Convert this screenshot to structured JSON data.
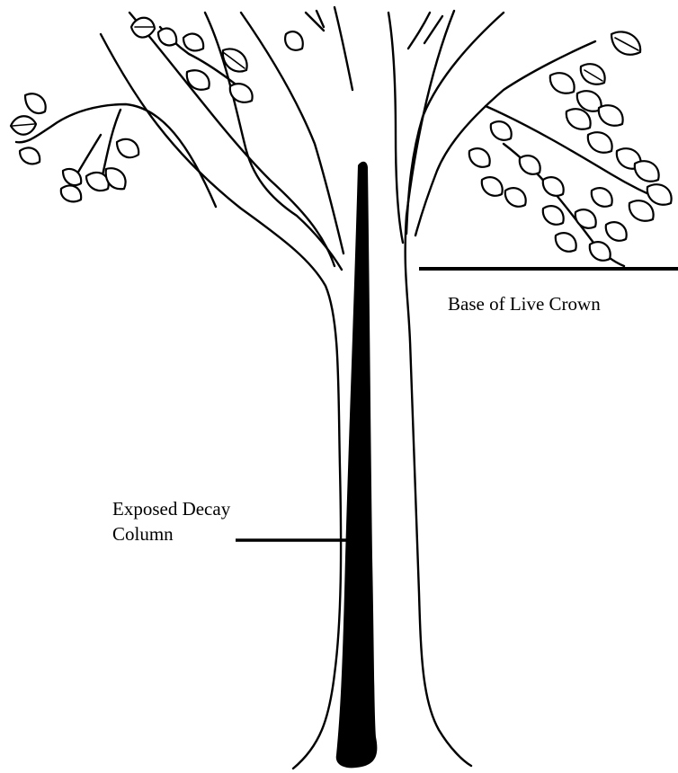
{
  "labels": {
    "base_of_live_crown": "Base of Live Crown",
    "decay_line1": "Exposed Decay",
    "decay_line2": "Column"
  },
  "colors": {
    "background": "#ffffff",
    "ink": "#000000"
  }
}
